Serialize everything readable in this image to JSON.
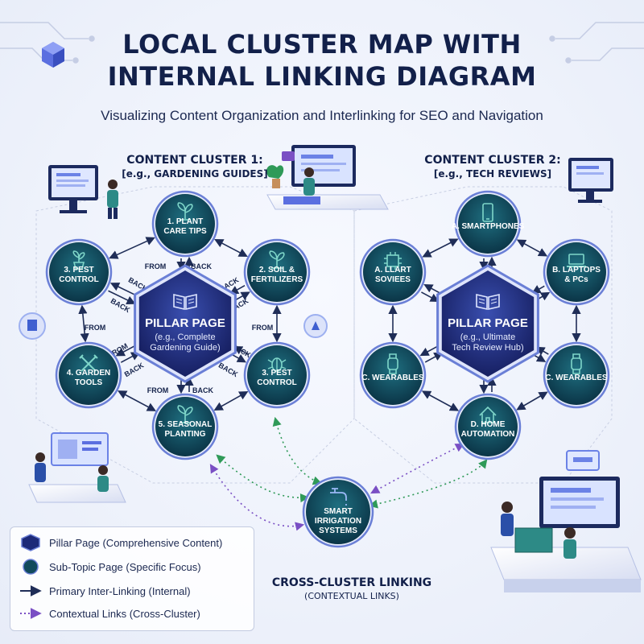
{
  "header": {
    "title_line1": "LOCAL CLUSTER MAP WITH",
    "title_line2": "INTERNAL LINKING DIAGRAM",
    "subtitle": "Visualizing Content Organization and Interlinking for SEO and Navigation"
  },
  "cluster1": {
    "heading": "CONTENT CLUSTER 1:",
    "subheading": "[e.g., GARDENING GUIDES]",
    "pillar": {
      "title": "PILLAR PAGE",
      "line2": "(e.g., Complete",
      "line3": "Gardening Guide)"
    },
    "nodes": [
      {
        "line1": "1. PLANT",
        "line2": "CARE TIPS",
        "icon": "sprout-icon"
      },
      {
        "line1": "2. SOIL &",
        "line2": "FERTILIZERS",
        "icon": "seedling-icon"
      },
      {
        "line1": "3. PEST",
        "line2": "CONTROL",
        "icon": "bug-icon"
      },
      {
        "line1": "5. SEASONAL",
        "line2": "PLANTING",
        "icon": "plant-icon"
      },
      {
        "line1": "4. GARDEN",
        "line2": "TOOLS",
        "icon": "tools-icon"
      },
      {
        "line1": "3. PEST",
        "line2": "CONTROL",
        "icon": "potted-plant-icon"
      }
    ],
    "link_labels": {
      "from": "FROM",
      "back": "BACK"
    }
  },
  "cluster2": {
    "heading": "CONTENT CLUSTER 2:",
    "subheading": "[e.g., TECH REVIEWS]",
    "pillar": {
      "title": "PILLAR PAGE",
      "line2": "(e.g., Ultimate",
      "line3": "Tech Review Hub)"
    },
    "nodes": [
      {
        "line1": "A. SMARTPHONES",
        "line2": "",
        "icon": "smartphone-icon"
      },
      {
        "line1": "B. LAPTOPS",
        "line2": "& PCs",
        "icon": "laptop-icon"
      },
      {
        "line1": "C. WEARABLES",
        "line2": "",
        "icon": "smartwatch-icon"
      },
      {
        "line1": "D. HOME",
        "line2": "AUTOMATION",
        "icon": "home-icon"
      },
      {
        "line1": "C. WEARABLES",
        "line2": "",
        "icon": "watch-icon"
      },
      {
        "line1": "A. LLART",
        "line2": "SOVIEES",
        "icon": "chip-icon"
      }
    ]
  },
  "cross": {
    "node": {
      "line1": "SMART",
      "line2": "IRRIGATION",
      "line3": "SYSTEMS",
      "icon": "faucet-icon"
    },
    "label1": "CROSS-CLUSTER LINKING",
    "label2": "(CONTEXTUAL LINKS)"
  },
  "legend": {
    "pillar": "Pillar Page (Comprehensive Content)",
    "subtopic": "Sub-Topic Page (Specific Focus)",
    "primary": "Primary Inter-Linking (Internal)",
    "contextual": "Contextual Links (Cross-Cluster)"
  },
  "colors": {
    "node_fill": "#114a5c",
    "node_ring": "#6a7fd6",
    "pillar_fill": "#1d2a78",
    "arrow": "#1f2d57",
    "dotted_green": "#2f9a58",
    "dotted_purple": "#7a4fc4"
  }
}
